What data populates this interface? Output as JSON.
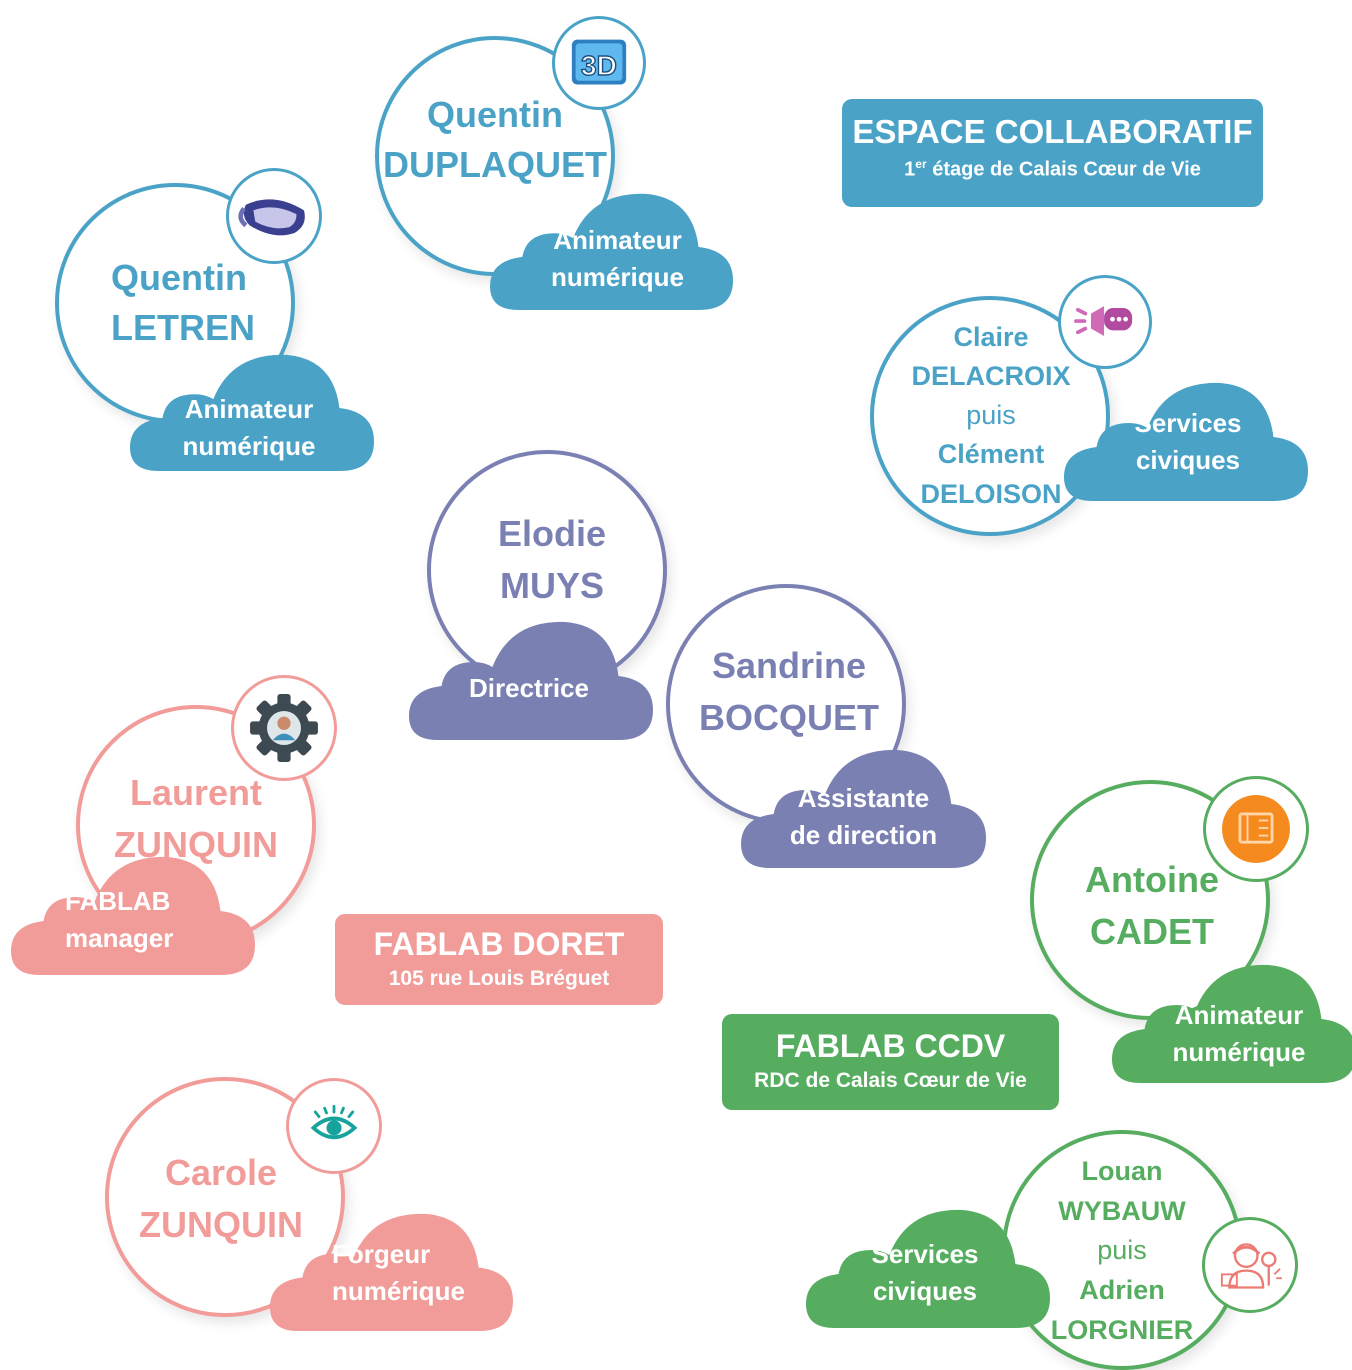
{
  "colors": {
    "blue": "#4aa3c7",
    "purple": "#7b80b3",
    "pink": "#f29c9a",
    "green": "#56ad60"
  },
  "places": {
    "collab": {
      "title": "ESPACE COLLABORATIF",
      "floor_number": "1",
      "floor_suffix": "er",
      "floor_rest": " étage de Calais Cœur de Vie"
    },
    "doret": {
      "title": "FABLAB DORET",
      "address": "105 rue Louis Bréguet"
    },
    "ccdv": {
      "title": "FABLAB CCDV",
      "address": "RDC de Calais Cœur de Vie"
    }
  },
  "people": {
    "duplaquet": {
      "first": "Quentin",
      "last": "DUPLAQUET",
      "role": [
        "Animateur",
        "numérique"
      ],
      "icon": "3d-icon"
    },
    "letren": {
      "first": "Quentin",
      "last": "LETREN",
      "role": [
        "Animateur",
        "numérique"
      ],
      "icon": "vr-headset-icon"
    },
    "delacroix": {
      "first": "Claire",
      "last": "DELACROIX",
      "then": "puis",
      "first2": "Clément",
      "last2": "DELOISON",
      "role": [
        "Services",
        "civiques"
      ],
      "icon": "megaphone-chat-icon"
    },
    "muys": {
      "first": "Elodie",
      "last": "MUYS",
      "role": [
        "Directrice"
      ]
    },
    "bocquet": {
      "first": "Sandrine",
      "last": "BOCQUET",
      "role": [
        "Assistante",
        "de direction"
      ]
    },
    "zunquin_l": {
      "first": "Laurent",
      "last": "ZUNQUIN",
      "role": [
        "FABLAB",
        "manager"
      ],
      "icon": "gear-person-icon"
    },
    "cadet": {
      "first": "Antoine",
      "last": "CADET",
      "role": [
        "Animateur",
        "numérique"
      ],
      "icon": "laser-cutter-icon"
    },
    "zunquin_c": {
      "first": "Carole",
      "last": "ZUNQUIN",
      "role": [
        "Forgeur",
        "numérique"
      ],
      "icon": "eye-icon"
    },
    "wybauw": {
      "first": "Louan",
      "last": "WYBAUW",
      "then": "puis",
      "first2": "Adrien",
      "last2": "LORGNIER",
      "role": [
        "Services",
        "civiques"
      ],
      "icon": "maker-tools-icon"
    }
  }
}
